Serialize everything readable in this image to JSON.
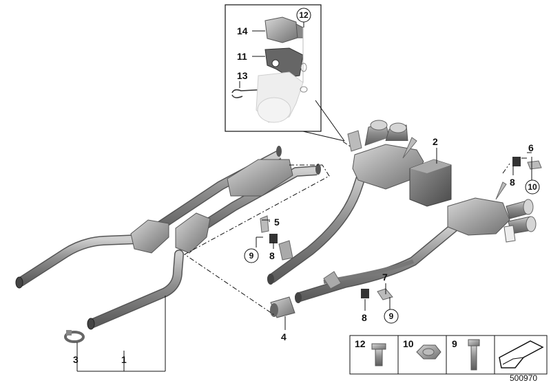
{
  "callouts": {
    "c1": "1",
    "c2": "2",
    "c3": "3",
    "c4": "4",
    "c5": "5",
    "c6": "6",
    "c7": "7",
    "c8a": "8",
    "c8b": "8",
    "c8c": "8",
    "c9a": "9",
    "c9b": "9",
    "c10": "10",
    "c11": "11",
    "c12": "12",
    "c13": "13",
    "c14": "14"
  },
  "legend": {
    "items": [
      {
        "label": "12",
        "icon": "bolt-icon"
      },
      {
        "label": "10",
        "icon": "hex-nut-icon"
      },
      {
        "label": "9",
        "icon": "bolt-icon"
      }
    ],
    "last_icon": "arrow-icon"
  },
  "diagram_code": "500970",
  "colors": {
    "part": "#9a9a9a",
    "part_dark": "#6f6f6f",
    "part_light": "#c9c9c9",
    "line": "#111111"
  }
}
